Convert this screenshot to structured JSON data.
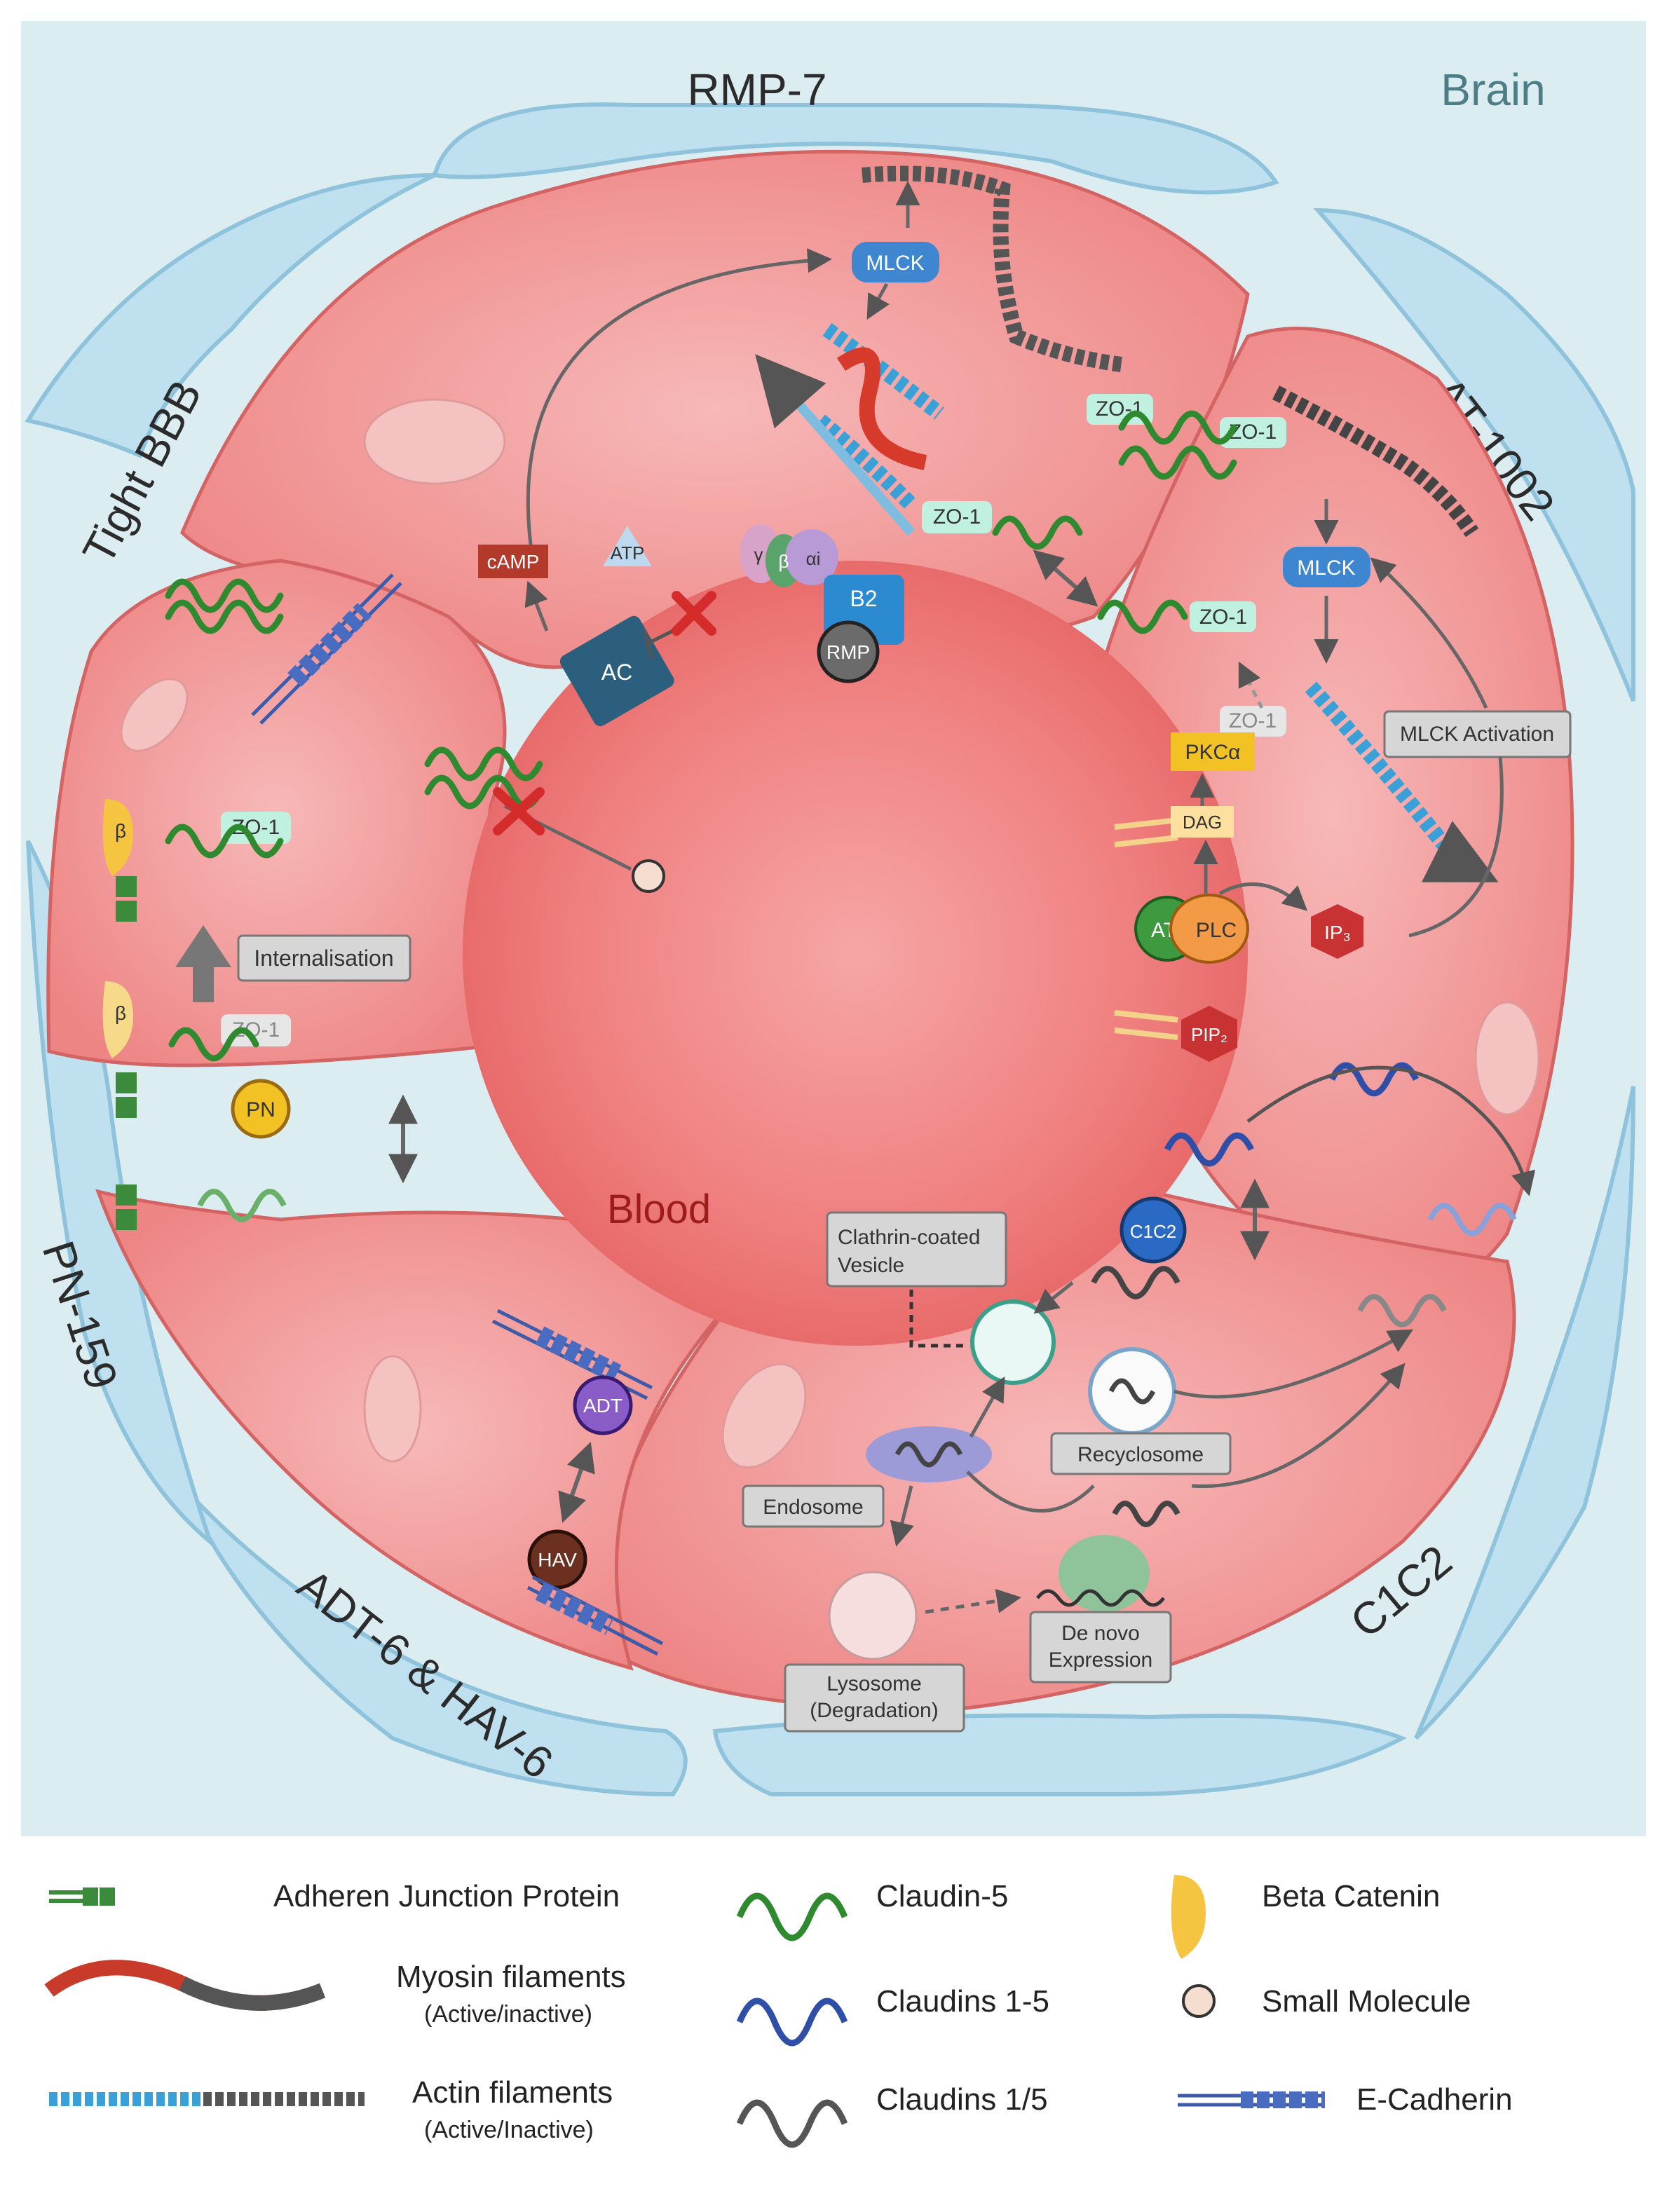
{
  "regions": {
    "rmp7": "RMP-7",
    "brain": "Brain",
    "tight_bbb": "Tight BBB",
    "at1002": "AT-1002",
    "pn159": "PN-159",
    "adt_hav": "ADT-6 & HAV-6",
    "c1c2": "C1C2",
    "blood": "Blood"
  },
  "molecules": {
    "mlck_top": "MLCK",
    "mlck_right": "MLCK",
    "camp": "cAMP",
    "atp": "ATP",
    "ac": "AC",
    "gamma": "γ",
    "beta_g": "β",
    "alpha_i": "αi",
    "b2": "B2",
    "rmp": "RMP",
    "zo1_a": "ZO-1",
    "zo1_b": "ZO-1",
    "zo1_c": "ZO-1",
    "zo1_d": "ZO-1",
    "zo1_e": "ZO-1",
    "zo1_f": "ZO-1",
    "zo1_g": "ZO-1",
    "pkc": "PKCα",
    "dag": "DAG",
    "at": "AT",
    "plc": "PLC",
    "ip3": "IP₃",
    "pip2": "PIP₂",
    "beta_cat_a": "β",
    "beta_cat_b": "β",
    "pn": "PN",
    "adt": "ADT",
    "hav": "HAV",
    "c1c2_mol": "C1C2"
  },
  "labels": {
    "internalisation": "Internalisation",
    "mlck_activation": "MLCK Activation",
    "clathrin": [
      "Clathrin-coated",
      "Vesicle"
    ],
    "recyclosome": "Recyclosome",
    "endosome": "Endosome",
    "lysosome": [
      "Lysosome",
      "(Degradation)"
    ],
    "denovo": [
      "De novo",
      "Expression"
    ]
  },
  "legend": {
    "adherens": "Adheren Junction Protein",
    "claudin5": "Claudin-5",
    "beta_catenin": "Beta Catenin",
    "myosin": "Myosin filaments",
    "myosin_sub": "(Active/inactive)",
    "claudins15": "Claudins 1-5",
    "small_molecule": "Small Molecule",
    "actin": "Actin filaments",
    "actin_sub": "(Active/Inactive)",
    "claudins1_5": "Claudins 1/5",
    "ecadherin": "E-Cadherin"
  },
  "colors": {
    "brain_bg": "#dcedf2",
    "astro": "#bfe0ef",
    "cell": "#f08a8a",
    "claudin5": "#2f8a2f",
    "claudins15": "#2f4ea8",
    "claudins1_5": "#555555",
    "inhibit": "#d42b2b"
  }
}
